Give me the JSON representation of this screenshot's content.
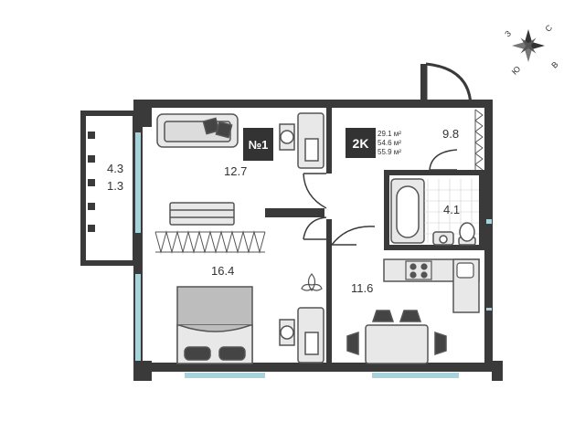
{
  "colors": {
    "wall": "#3a3a3a",
    "window": "#a9d3db",
    "furniture_fill": "#e8e8e8",
    "furniture_stroke": "#555555",
    "background": "#ffffff"
  },
  "apartment": {
    "number_badge": "№1",
    "type_badge": "2K",
    "living_area": "29.1 м²",
    "kitchen_total": "54.6 м²",
    "total_area": "55.9 м²"
  },
  "rooms": {
    "balcony_area": "4.3",
    "balcony_area_reduced": "1.3",
    "bedroom1_area": "12.7",
    "bedroom2_area": "16.4",
    "hall_area": "9.8",
    "bath_area": "4.1",
    "kitchen_area": "11.6"
  },
  "compass": {
    "n": "С",
    "e": "В",
    "s": "Ю",
    "w": "З"
  },
  "icons": [
    "compass-rose-icon",
    "sofa-icon",
    "desk-icon",
    "chair-icon",
    "bed-icon",
    "bathtub-icon",
    "toilet-icon",
    "sink-icon",
    "stove-icon",
    "dining-table-icon",
    "plant-icon",
    "wardrobe-icon"
  ]
}
